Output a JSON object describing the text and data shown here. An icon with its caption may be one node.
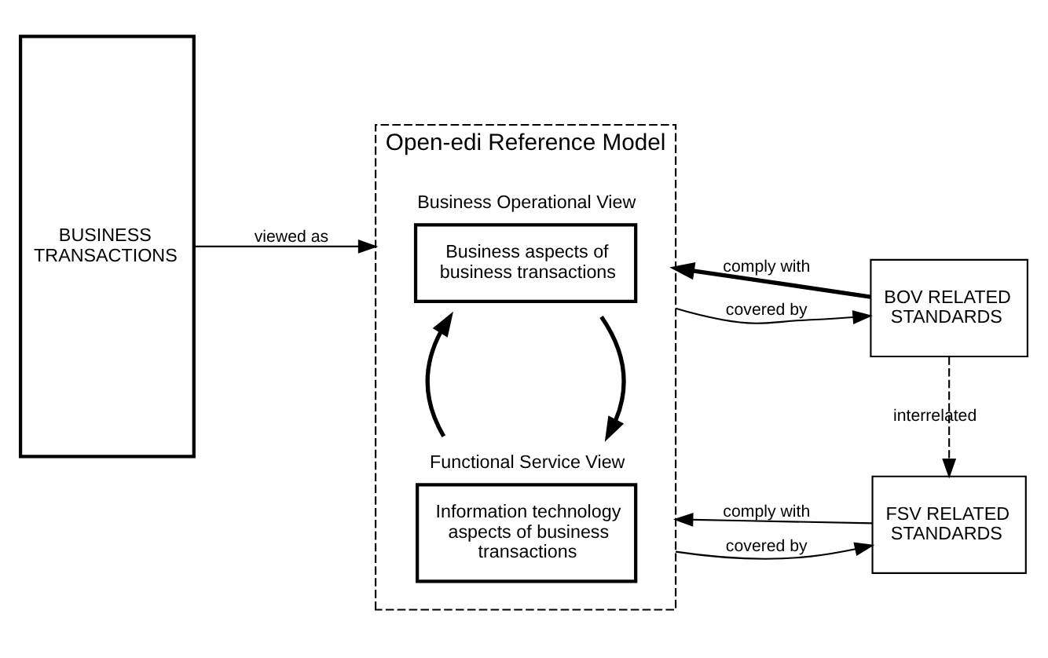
{
  "diagram": {
    "nodes": [
      {
        "text": [
          "BUSINESS TRANSACTIONS"
        ]
      },
      {
        "text": [
          "Open-edi Reference Model"
        ]
      },
      {
        "text": [
          "Business Operational View",
          "Business aspects of business transactions"
        ],
        "in": 1
      },
      {
        "text": [
          "Functional Service View",
          "Information technology aspects of business transactions"
        ],
        "in": 1
      },
      {
        "text": [
          "BOV RELATED STANDARDS"
        ]
      },
      {
        "text": [
          "FSV RELATED STANDARDS"
        ]
      }
    ],
    "edges": [
      {
        "from": 0,
        "to": 1,
        "arrow": "to",
        "label": "viewed as"
      },
      {
        "from": 2,
        "to": 3,
        "arrow": "to",
        "style": "thick"
      },
      {
        "from": 3,
        "to": 2,
        "arrow": "to",
        "style": "thick"
      },
      {
        "from": 4,
        "to": 1,
        "arrow": "to",
        "label": "comply with",
        "style": "thick"
      },
      {
        "from": 1,
        "to": 4,
        "arrow": "to",
        "label": "covered by"
      },
      {
        "from": 4,
        "to": 5,
        "arrow": "to",
        "label": "interrelated",
        "style": "dashed"
      },
      {
        "from": 5,
        "to": 1,
        "arrow": "to",
        "label": "comply with"
      },
      {
        "from": 1,
        "to": 5,
        "arrow": "to",
        "label": "covered by"
      }
    ]
  }
}
